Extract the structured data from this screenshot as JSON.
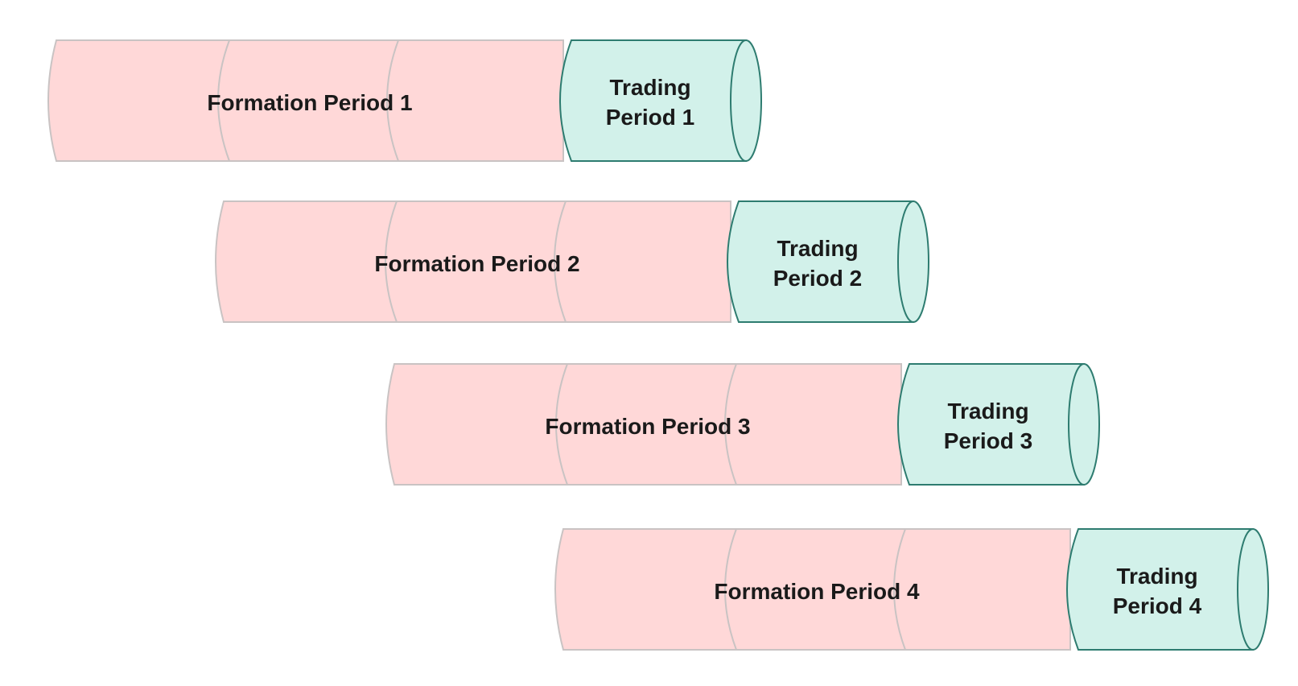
{
  "colors": {
    "formation_fill": "#ffd8d8",
    "formation_stroke": "#c9c3c3",
    "trading_fill": "#d2f1ea",
    "trading_stroke": "#2e7c70",
    "text": "#1a1a1a"
  },
  "rows": [
    {
      "formation_label": "Formation Period 1",
      "trading_label_line1": "Trading",
      "trading_label_line2": "Period 1"
    },
    {
      "formation_label": "Formation Period 2",
      "trading_label_line1": "Trading",
      "trading_label_line2": "Period 2"
    },
    {
      "formation_label": "Formation Period 3",
      "trading_label_line1": "Trading",
      "trading_label_line2": "Period 3"
    },
    {
      "formation_label": "Formation Period 4",
      "trading_label_line1": "Trading",
      "trading_label_line2": "Period 4"
    }
  ]
}
